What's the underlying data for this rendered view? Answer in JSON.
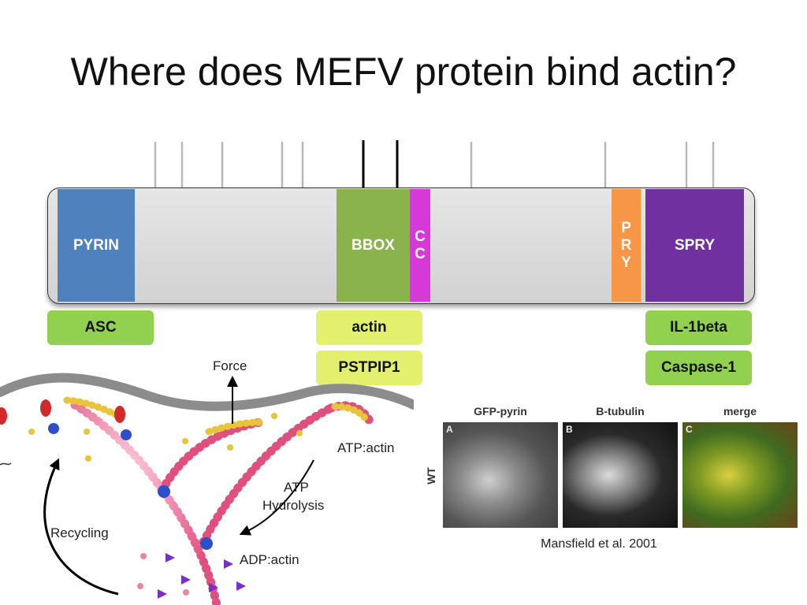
{
  "title": "Where does MEFV protein bind actin?",
  "domains": {
    "pyrin": "PYRIN",
    "bbox": "BBOX",
    "cc": [
      "C",
      "C"
    ],
    "pry": [
      "P",
      "R",
      "Y"
    ],
    "spry": "SPRY"
  },
  "binding_partners": {
    "asc": "ASC",
    "actin": "actin",
    "pstpip1": "PSTPIP1",
    "il1beta": "IL-1beta",
    "caspase1": "Caspase-1"
  },
  "colors": {
    "pyrin": "#4f81bd",
    "bbox": "#8bb34d",
    "cc": "#d63ad6",
    "pry": "#f79646",
    "spry": "#7030a0",
    "partner_green": "#92d050",
    "partner_yellow": "#e2f06e"
  },
  "actin_diagram": {
    "force": "Force",
    "atp_actin": "ATP:actin",
    "atp_hydrolysis": [
      "ATP",
      "Hydrolysis"
    ],
    "recycling": "Recycling",
    "adp_actin": "ADP:actin"
  },
  "microscopy": {
    "panels": [
      {
        "label": "GFP-pyrin",
        "letter": "A"
      },
      {
        "label": "B-tubulin",
        "letter": "B"
      },
      {
        "label": "merge",
        "letter": "C"
      }
    ],
    "row_label": "WT",
    "caption": "Mansfield et al. 2001"
  }
}
